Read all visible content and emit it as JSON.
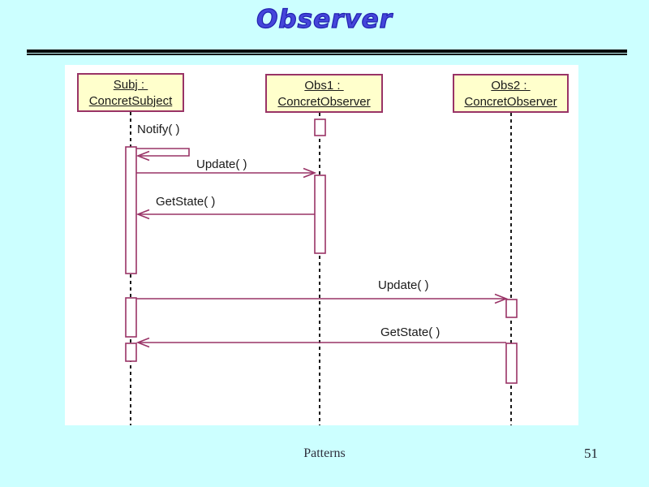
{
  "slide": {
    "title": "Observer",
    "footer": "Patterns",
    "page_number": "51",
    "colors": {
      "background": "#CCFFFF",
      "title_blue": "#3333CC",
      "rule": "#000000"
    }
  },
  "diagram": {
    "type": "uml-sequence-diagram",
    "colors": {
      "actor_fill": "#FFFFCC",
      "uml_maroon": "#993366",
      "lifeline": "#1A1A1A",
      "panel_background": "#FFFFFF"
    },
    "actors": [
      {
        "id": "subj",
        "name": "Subj : ",
        "class": "ConcretSubject"
      },
      {
        "id": "obs1",
        "name": "Obs1 : ",
        "class": "ConcretObserver"
      },
      {
        "id": "obs2",
        "name": "Obs2 : ",
        "class": "ConcretObserver"
      }
    ],
    "messages": [
      {
        "label": "Notify( )",
        "from": "subj",
        "to": "subj",
        "kind": "self-call"
      },
      {
        "label": "Update( )",
        "from": "subj",
        "to": "obs1",
        "kind": "call"
      },
      {
        "label": "GetState( )",
        "from": "obs1",
        "to": "subj",
        "kind": "call"
      },
      {
        "label": "Update( )",
        "from": "subj",
        "to": "obs2",
        "kind": "call"
      },
      {
        "label": "GetState( )",
        "from": "obs2",
        "to": "subj",
        "kind": "call"
      }
    ]
  }
}
